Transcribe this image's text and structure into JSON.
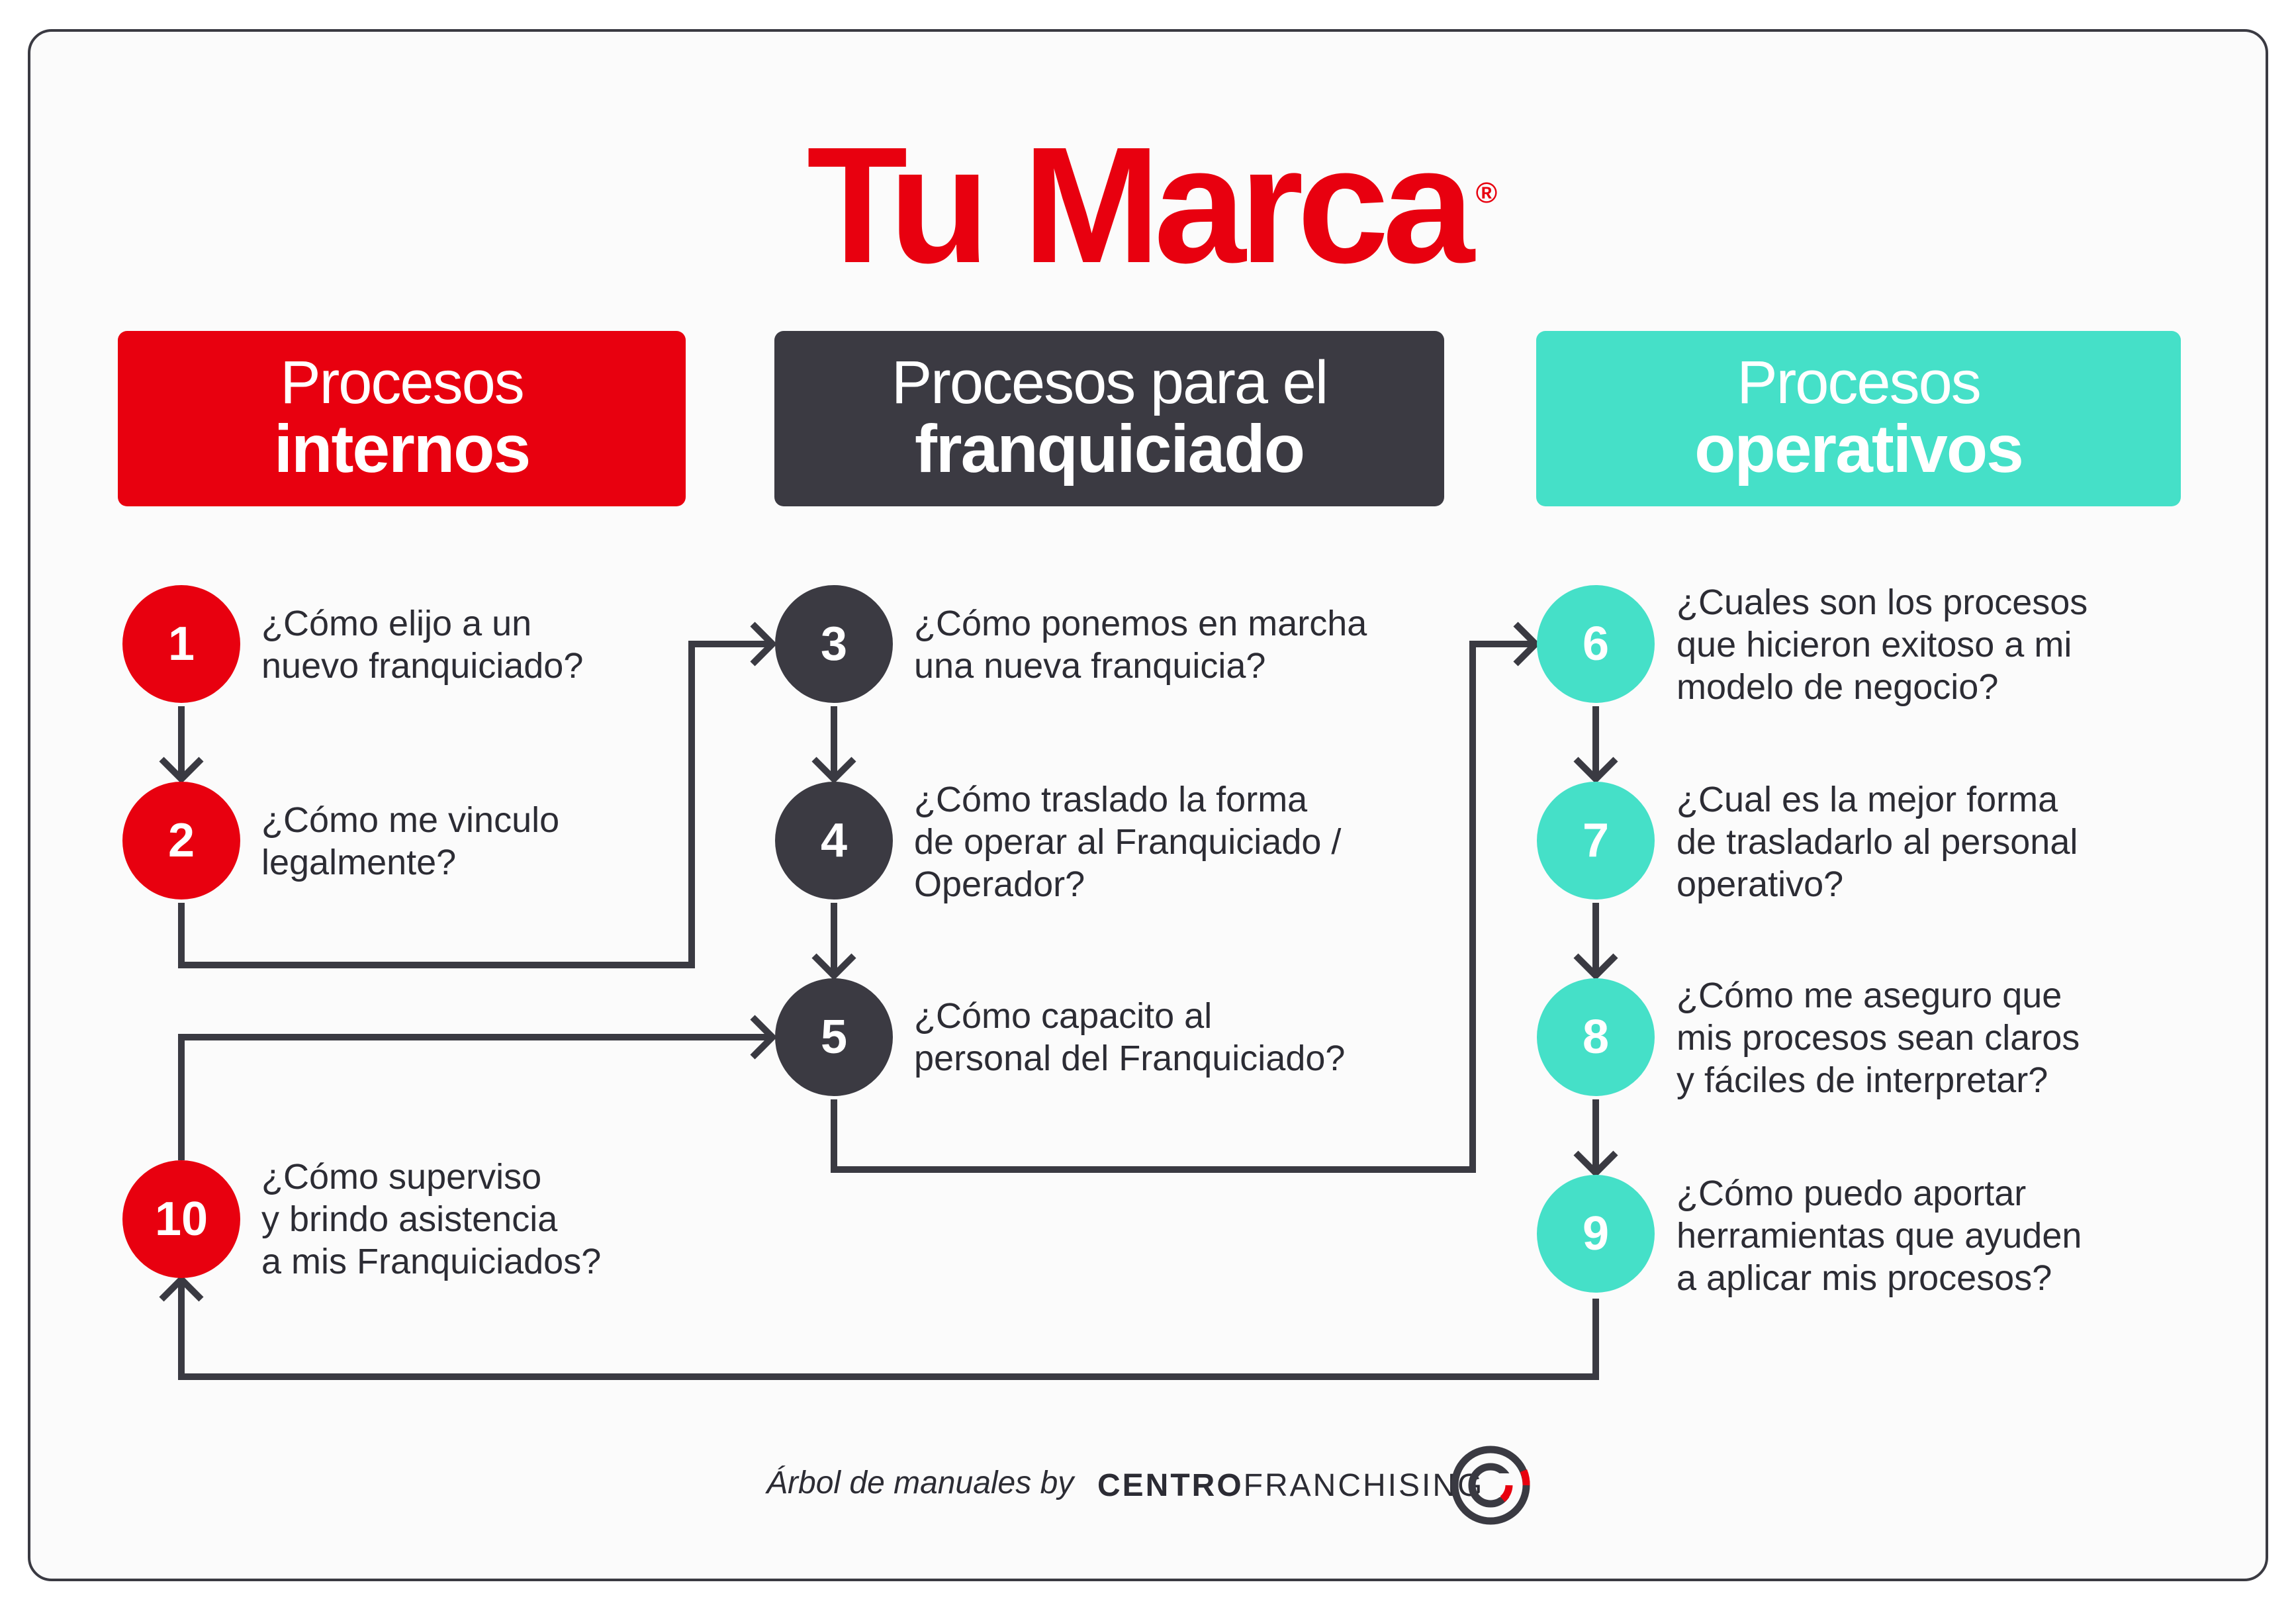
{
  "title": "Tu Marca",
  "title_mark": "®",
  "colors": {
    "red": "#e8000f",
    "dark": "#3b3a42",
    "teal": "#45e0c8",
    "line": "#3a3a42"
  },
  "columns": [
    {
      "line1": "Procesos",
      "line2": "internos"
    },
    {
      "line1": "Procesos para el",
      "line2": "franquiciado"
    },
    {
      "line1": "Procesos",
      "line2": "operativos"
    }
  ],
  "steps": [
    {
      "number": "1",
      "lines": [
        "¿Cómo elijo a un",
        "nuevo franquiciado?"
      ]
    },
    {
      "number": "2",
      "lines": [
        "¿Cómo me vinculo",
        "legalmente?"
      ]
    },
    {
      "number": "3",
      "lines": [
        "¿Cómo ponemos en marcha",
        "una nueva franquicia?"
      ]
    },
    {
      "number": "4",
      "lines": [
        "¿Cómo traslado la forma",
        "de operar al Franquiciado /",
        "Operador?"
      ]
    },
    {
      "number": "5",
      "lines": [
        "¿Cómo capacito al",
        "personal del Franquiciado?"
      ]
    },
    {
      "number": "6",
      "lines": [
        "¿Cuales son los procesos",
        "que hicieron exitoso a mi",
        "modelo de negocio?"
      ]
    },
    {
      "number": "7",
      "lines": [
        "¿Cual es la mejor forma",
        "de trasladarlo al personal",
        "operativo?"
      ]
    },
    {
      "number": "8",
      "lines": [
        "¿Cómo me aseguro que",
        "mis procesos sean claros",
        "y fáciles de interpretar?"
      ]
    },
    {
      "number": "9",
      "lines": [
        "¿Cómo puedo aportar",
        "herramientas que ayuden",
        "a aplicar mis procesos?"
      ]
    },
    {
      "number": "10",
      "lines": [
        "¿Cómo superviso",
        "y brindo asistencia",
        "a mis Franquiciados?"
      ]
    }
  ],
  "footer": {
    "by_text": "Árbol de manuales by",
    "brand_bold": "CENTRO",
    "brand_light": "FRANCHISING"
  }
}
